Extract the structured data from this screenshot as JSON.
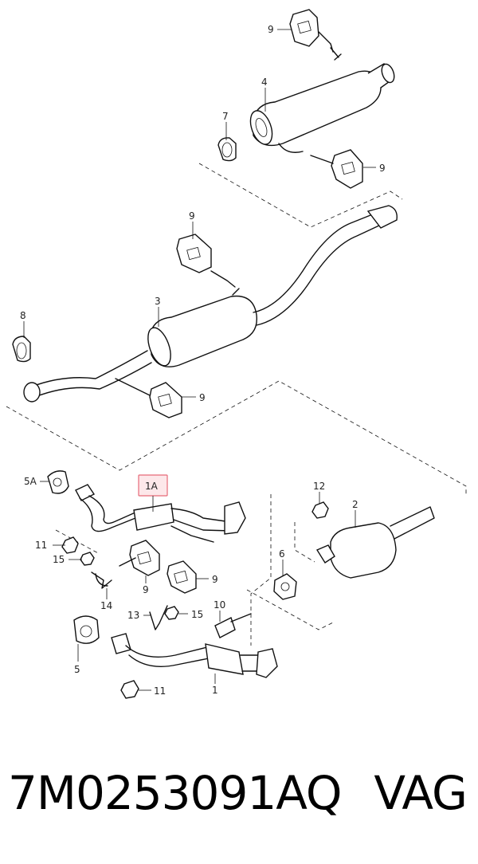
{
  "callouts": {
    "c9_top": "9",
    "c4": "4",
    "c7": "7",
    "c9_right_rear": "9",
    "c9_mid_top": "9",
    "c3": "3",
    "c8": "8",
    "c9_mid_low": "9",
    "c1a": "1A",
    "c5a": "5A",
    "c12": "12",
    "c2": "2",
    "c11_left": "11",
    "c15_left": "15",
    "c9_center_left": "9",
    "c9_center_right": "9",
    "c14": "14",
    "c6": "6",
    "c13": "13",
    "c15_right": "15",
    "c10": "10",
    "c5": "5",
    "c1": "1",
    "c11_bottom": "11"
  },
  "footer": {
    "part_number": "7M0253091AQ",
    "brand": "VAG"
  },
  "colors": {
    "highlight_fill": "#fde8ea",
    "highlight_stroke": "#e76a78",
    "line": "#111111",
    "background": "#ffffff"
  }
}
